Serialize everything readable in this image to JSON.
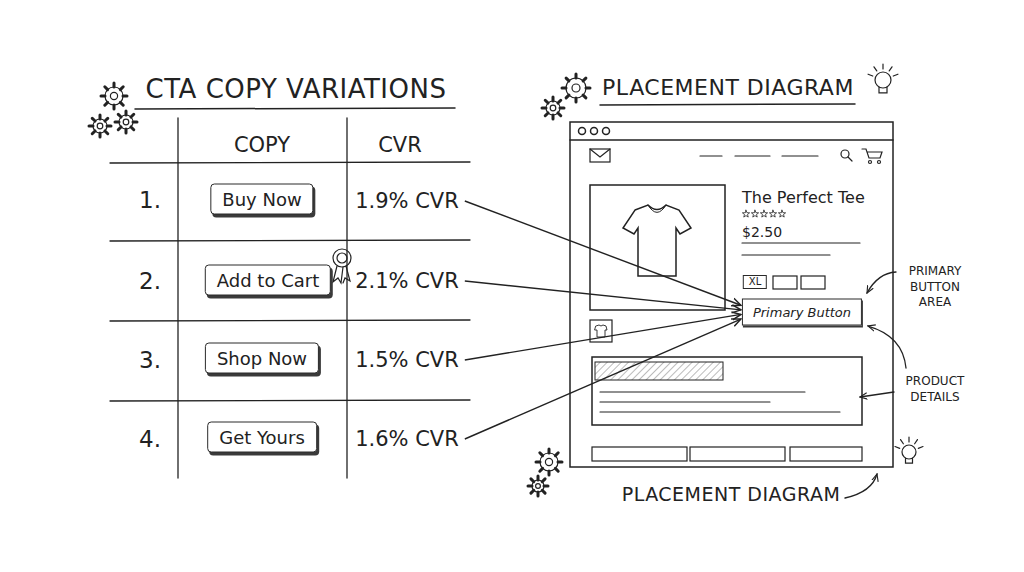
{
  "diagram": {
    "title": "CTA COPY VARIATIONS",
    "caption": "PLACEMENT DIAGRAM",
    "nodes": [
      {
        "text": [
          "Buy Now"
        ]
      },
      {
        "text": [
          "1.9% CVR"
        ]
      },
      {
        "text": [
          "Add to Cart"
        ]
      },
      {
        "text": [
          "2.1% CVR"
        ]
      },
      {
        "text": [
          "Shop Now"
        ]
      },
      {
        "text": [
          "1.5% CVR"
        ]
      },
      {
        "text": [
          "Get Yours"
        ]
      },
      {
        "text": [
          "1.6% CVR"
        ]
      },
      {
        "text": [
          "XL"
        ]
      },
      {
        "text": [
          "Primary Button"
        ]
      }
    ],
    "edges": [
      {
        "from": 1,
        "to": 9,
        "arrow": "to"
      },
      {
        "from": 3,
        "to": 9,
        "arrow": "to"
      },
      {
        "from": 5,
        "to": 9,
        "arrow": "to"
      },
      {
        "from": 7,
        "to": 9,
        "arrow": "to"
      }
    ],
    "labels": [
      "COPY",
      "CVR",
      "1.",
      "2.",
      "3.",
      "4.",
      "PLACEMENT DIAGRAM",
      "The Perfect Tee",
      "$2.50",
      "PRIMARY BUTTON AREA",
      "PRODUCT DETAILS"
    ]
  }
}
